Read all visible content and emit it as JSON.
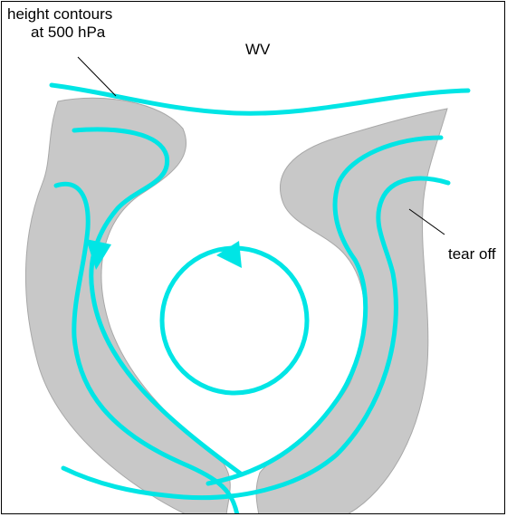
{
  "labels": {
    "height_contours_line1": "height contours",
    "height_contours_line2": "at 500 hPa",
    "wv": "WV",
    "tear_off": "tear off"
  },
  "colors": {
    "cloud_band": "#c8c8c8",
    "cloud_edge": "#a8a8a8",
    "contour": "#00e5e5",
    "pointer": "#000000"
  }
}
